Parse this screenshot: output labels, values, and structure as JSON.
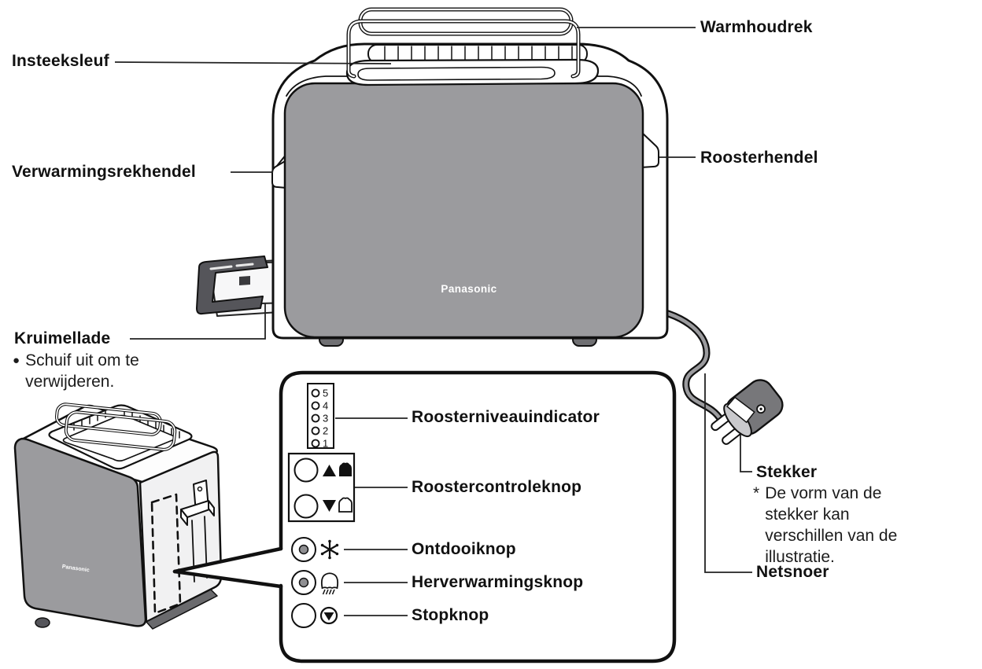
{
  "diagram": {
    "title_implicit": "Toaster parts diagram",
    "brand": "Panasonic",
    "labels": {
      "insteeksleuf": "Insteeksleuf",
      "warmhoudrek": "Warmhoudrek",
      "verwarmingsrekhendel": "Verwarmingsrekhendel",
      "roosterhendel": "Roosterhendel",
      "kruimellade": "Kruimellade",
      "roosterniveauindicator": "Roosterniveauindicator",
      "roostercontroleknop": "Roostercontroleknop",
      "ontdooiknop": "Ontdooiknop",
      "herverwarmingsknop": "Herverwarmingsknop",
      "stopknop": "Stopknop",
      "stekker": "Stekker",
      "netsnoer": "Netsnoer"
    },
    "notes": {
      "kruimellade_bullet": "●",
      "kruimellade_note": "Schuif uit om te verwijderen.",
      "stekker_marker": "*",
      "stekker_note": "De vorm van de stekker kan verschillen van de illustratie."
    },
    "indicator_levels": [
      "5",
      "4",
      "3",
      "2",
      "1"
    ],
    "icons": {
      "browning_up": "triangle-up + dark toast",
      "browning_down": "triangle-down + light toast",
      "defrost": "snowflake",
      "reheat": "steam-dome",
      "stop": "circle with inverted triangle"
    },
    "colors": {
      "body_gray": "#9b9b9e",
      "line": "#111111",
      "dark_part": "#55555a"
    }
  }
}
